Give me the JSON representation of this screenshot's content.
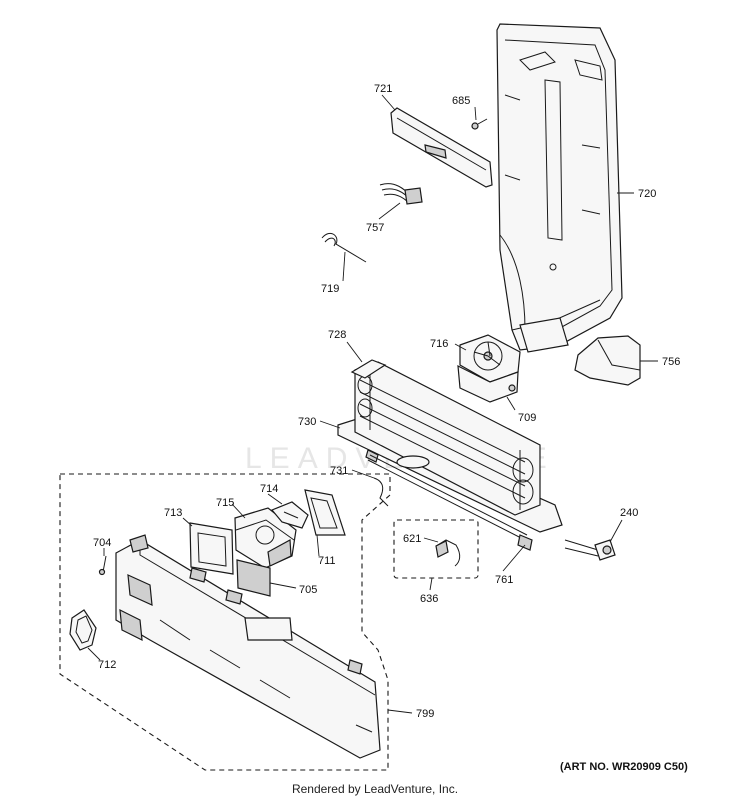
{
  "watermark": "LEADVENTURE",
  "callouts": {
    "c721": "721",
    "c685": "685",
    "c720": "720",
    "c757": "757",
    "c719": "719",
    "c728": "728",
    "c716": "716",
    "c756": "756",
    "c709": "709",
    "c730": "730",
    "c731": "731",
    "c240": "240",
    "c621": "621",
    "c636": "636",
    "c761": "761",
    "c704": "704",
    "c713": "713",
    "c715": "715",
    "c714": "714",
    "c711": "711",
    "c705": "705",
    "c712": "712",
    "c799": "799"
  },
  "art_number": "(ART NO. WR20909 C50)",
  "footer": "Rendered by LeadVenture, Inc."
}
